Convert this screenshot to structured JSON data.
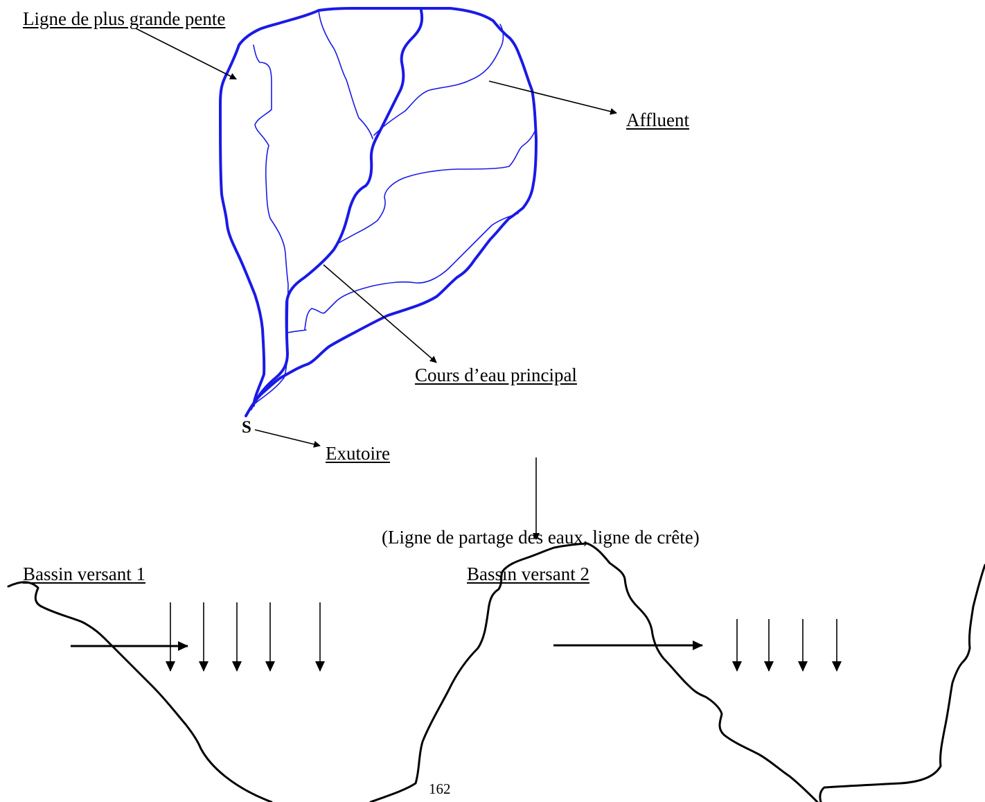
{
  "labels": {
    "ligne_plus_grande_pente": "Ligne de plus grande pente",
    "affluent": "Affluent",
    "cours_eau_principal": "Cours d’eau principal",
    "exutoire": "Exutoire",
    "outlet_marker": "S",
    "ligne_partage": "(Ligne de partage des eaux, ligne de crête)",
    "bassin_versant_1": "Bassin versant 1",
    "bassin_versant_2": "Bassin versant 2"
  },
  "page_number": "162",
  "colors": {
    "basin_stroke": "#1a1ae6",
    "profile_stroke": "#000000",
    "arrow_stroke": "#000000"
  }
}
